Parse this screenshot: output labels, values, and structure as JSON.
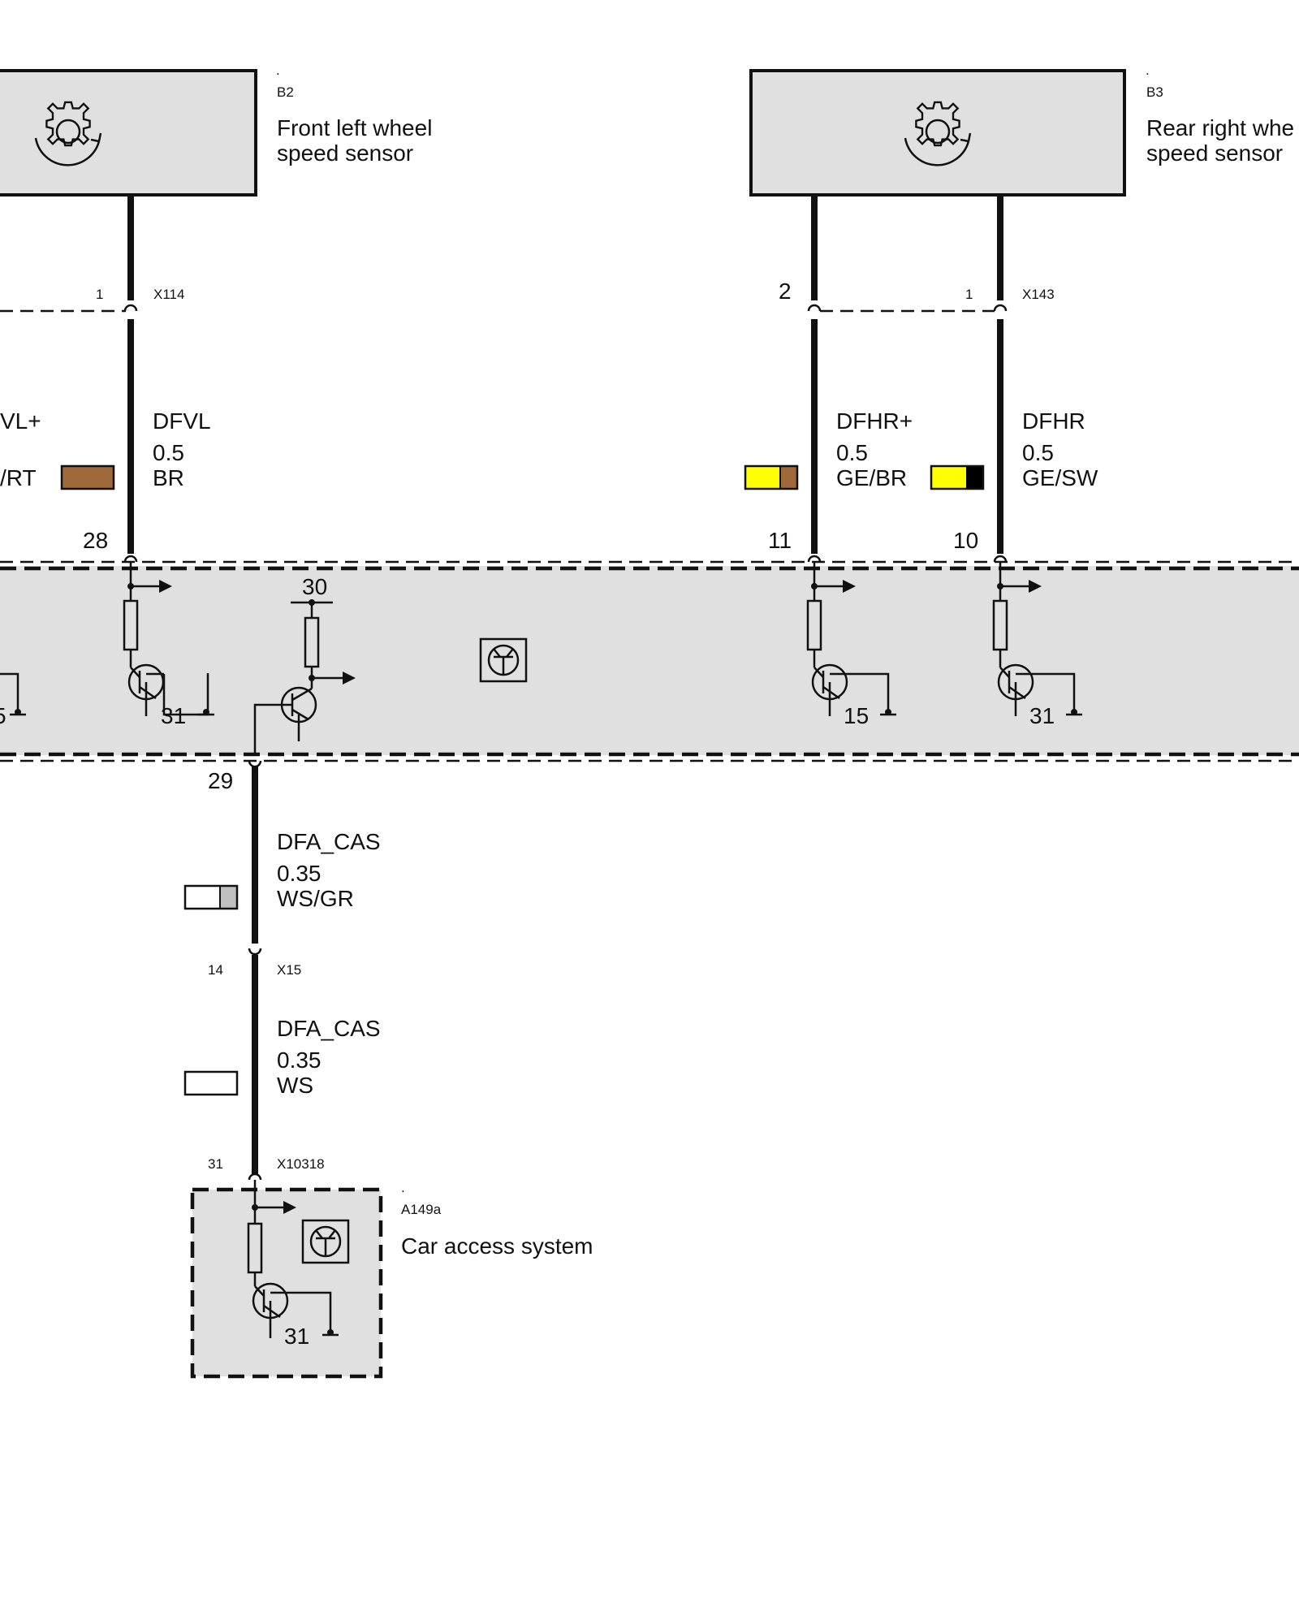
{
  "components": {
    "b2": {
      "dot": ".",
      "id": "B2",
      "name_line1": "Front left wheel",
      "name_line2": "speed sensor"
    },
    "b3": {
      "dot": ".",
      "id": "B3",
      "name_line1": "Rear right whe",
      "name_line2": "speed sensor"
    },
    "a149a": {
      "dot": ".",
      "id": "A149a",
      "name": "Car access system"
    }
  },
  "connectors": {
    "x114": {
      "id": "X114",
      "pin": "1"
    },
    "x143": {
      "id": "X143",
      "pin_left": "2",
      "pin_right": "1"
    },
    "x15": {
      "id": "X15",
      "pin": "14"
    },
    "x10318": {
      "id": "X10318",
      "pin": "31"
    }
  },
  "wires": {
    "left_partial": {
      "name": "VL+",
      "color_code": "/RT",
      "colors": [
        "#a0693a"
      ]
    },
    "dfvl": {
      "name": "DFVL",
      "gauge": "0.5",
      "color_code": "BR",
      "colors": [
        "#a0693a"
      ]
    },
    "dfhr_plus": {
      "name": "DFHR+",
      "gauge": "0.5",
      "color_code": "GE/BR",
      "colors": [
        "#ffff00",
        "#a0693a"
      ]
    },
    "dfhr": {
      "name": "DFHR",
      "gauge": "0.5",
      "color_code": "GE/SW",
      "colors": [
        "#ffff00",
        "#000000"
      ]
    },
    "dfa_cas_1": {
      "name": "DFA_CAS",
      "gauge": "0.35",
      "color_code": "WS/GR",
      "colors": [
        "#ffffff",
        "#c0c0c0"
      ]
    },
    "dfa_cas_2": {
      "name": "DFA_CAS",
      "gauge": "0.35",
      "color_code": "WS",
      "colors": [
        "#ffffff"
      ]
    }
  },
  "control_unit": {
    "pins": {
      "p28": "28",
      "p11": "11",
      "p10": "10",
      "p29": "29",
      "p30": "30"
    },
    "grounds": {
      "g1": "31",
      "g2": "15",
      "g3": "31",
      "g_left": "5"
    }
  },
  "cas_ground": "31"
}
